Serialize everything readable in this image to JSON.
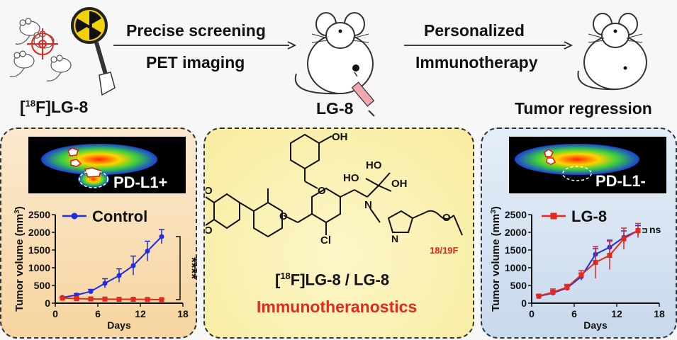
{
  "top": {
    "tracer_label": "[18F]LG-8",
    "arrow1_line1": "Precise screening",
    "arrow1_line2": "PET imaging",
    "mouse_label": "LG-8",
    "arrow2_line1": "Personalized",
    "arrow2_line2": "Immunotherapy",
    "regression_label": "Tumor regression"
  },
  "left_panel": {
    "pet_tag": "PD-L1+",
    "significance": "****"
  },
  "middle_panel": {
    "compound_label": "[18F]LG-8 / LG-8",
    "theme": "Immunotheranostics",
    "atoms": {
      "oh_top": "OH",
      "ho1": "HO",
      "ho2": "HO",
      "oh_right": "OH",
      "n": "N",
      "cl": "Cl",
      "o1": "O",
      "o2": "O",
      "o3": "O",
      "o4": "O",
      "o_chain": "O",
      "triazole_n": "N",
      "f_label": "18/19F"
    }
  },
  "right_panel": {
    "pet_tag": "PD-L1-",
    "significance": "ns"
  },
  "colors": {
    "control": "#1f2fe0",
    "treated": "#e4281d",
    "axis": "#111111"
  },
  "chart_data": [
    {
      "type": "line",
      "xlabel": "Days",
      "ylabel": "Tumor volume (mm3)",
      "xlim": [
        0,
        18
      ],
      "ylim": [
        0,
        2500
      ],
      "x_ticks": [
        0,
        6,
        12,
        18
      ],
      "y_ticks": [
        0,
        500,
        1000,
        1500,
        2000,
        2500
      ],
      "legend_position": "top",
      "series": [
        {
          "name": "Control",
          "color": "#1f2fe0",
          "marker": "circle",
          "x": [
            1,
            3,
            5,
            7,
            9,
            11,
            13,
            15
          ],
          "y": [
            160,
            230,
            330,
            560,
            780,
            1060,
            1470,
            1880
          ],
          "err": [
            20,
            40,
            60,
            130,
            190,
            270,
            280,
            200
          ]
        },
        {
          "color": "#e4281d",
          "marker": "square",
          "x": [
            1,
            3,
            5,
            7,
            9,
            11,
            13,
            15
          ],
          "y": [
            140,
            130,
            120,
            115,
            110,
            110,
            105,
            100
          ],
          "err": [
            15,
            15,
            15,
            15,
            15,
            15,
            15,
            15
          ]
        }
      ]
    },
    {
      "type": "line",
      "xlabel": "Days",
      "ylabel": "Tumor volume (mm3)",
      "xlim": [
        0,
        18
      ],
      "ylim": [
        0,
        2500
      ],
      "x_ticks": [
        0,
        6,
        12,
        18
      ],
      "y_ticks": [
        0,
        500,
        1000,
        1500,
        2000,
        2500
      ],
      "legend_position": "top",
      "series": [
        {
          "color": "#1f2fe0",
          "marker": "circle",
          "x": [
            1,
            3,
            5,
            7,
            9,
            11,
            13,
            15
          ],
          "y": [
            190,
            290,
            430,
            750,
            1380,
            1580,
            1860,
            2050
          ],
          "err": [
            30,
            50,
            70,
            100,
            160,
            200,
            180,
            140
          ]
        },
        {
          "name": "LG-8",
          "color": "#e4281d",
          "marker": "square",
          "x": [
            1,
            3,
            5,
            7,
            9,
            11,
            13,
            15
          ],
          "y": [
            200,
            310,
            450,
            800,
            1150,
            1350,
            1820,
            2050
          ],
          "err": [
            40,
            90,
            80,
            120,
            450,
            400,
            300,
            200
          ]
        }
      ]
    }
  ]
}
